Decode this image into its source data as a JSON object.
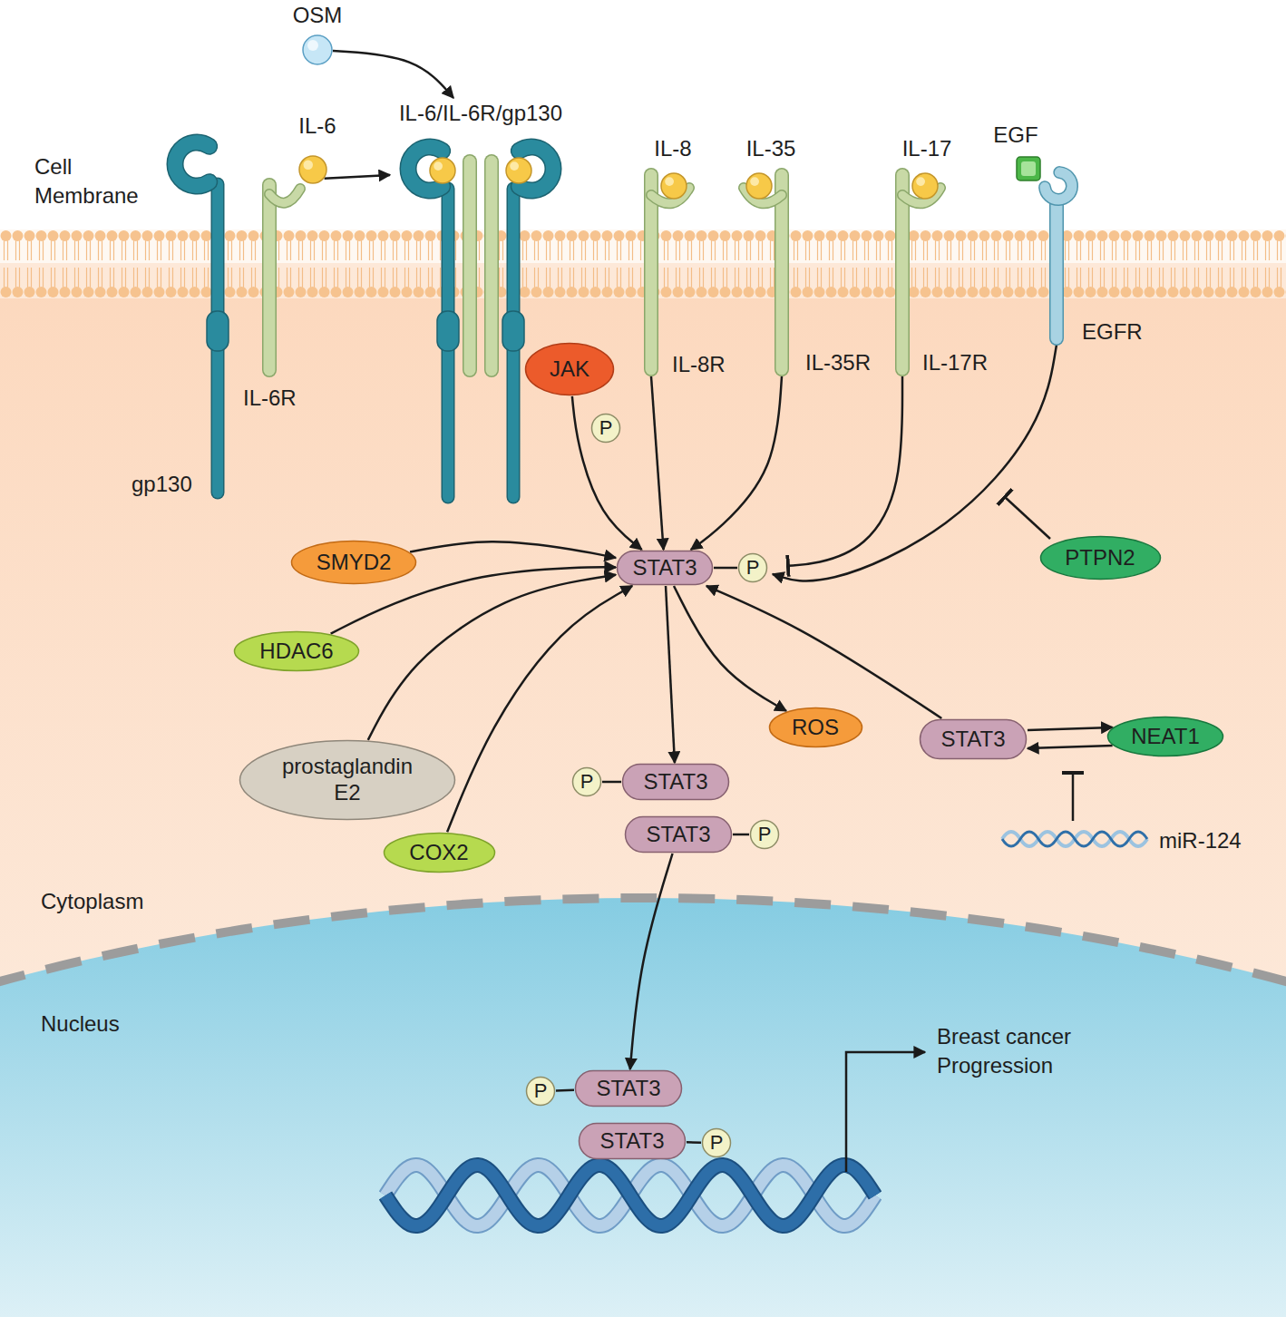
{
  "diagram": {
    "nodes": [
      {
        "text": [
          "OSM"
        ]
      },
      {
        "text": [
          "IL-6"
        ]
      },
      {
        "text": [
          "gp130"
        ]
      },
      {
        "text": [
          "IL-6R"
        ]
      },
      {
        "text": [
          "IL-6/IL-6R/gp130"
        ]
      },
      {
        "text": [
          "JAK"
        ]
      },
      {
        "text": [
          "P"
        ]
      },
      {
        "text": [
          "IL-8",
          "IL-8R"
        ]
      },
      {
        "text": [
          "IL-35",
          "IL-35R"
        ]
      },
      {
        "text": [
          "IL-17",
          "IL-17R"
        ]
      },
      {
        "text": [
          "EGF",
          "EGFR"
        ]
      },
      {
        "text": [
          "STAT3"
        ]
      },
      {
        "text": [
          "P"
        ]
      },
      {
        "text": [
          "SMYD2"
        ]
      },
      {
        "text": [
          "HDAC6"
        ]
      },
      {
        "text": [
          "prostaglandin E2"
        ]
      },
      {
        "text": [
          "COX2"
        ]
      },
      {
        "text": [
          "ROS"
        ]
      },
      {
        "text": [
          "STAT3"
        ]
      },
      {
        "text": [
          "NEAT1"
        ]
      },
      {
        "text": [
          "PTPN2"
        ]
      },
      {
        "text": [
          "P"
        ]
      },
      {
        "text": [
          "STAT3"
        ]
      },
      {
        "text": [
          "STAT3"
        ]
      },
      {
        "text": [
          "P"
        ]
      },
      {
        "text": [
          "P"
        ]
      },
      {
        "text": [
          "STAT3"
        ]
      },
      {
        "text": [
          "STAT3"
        ]
      },
      {
        "text": [
          "P"
        ]
      }
    ],
    "edges": [
      {
        "from": 0,
        "to": 4,
        "arrow": "to"
      },
      {
        "from": 1,
        "to": 4,
        "arrow": "to"
      },
      {
        "from": 5,
        "to": 11,
        "arrow": "to"
      },
      {
        "from": 7,
        "to": 11,
        "arrow": "to"
      },
      {
        "from": 8,
        "to": 11,
        "arrow": "to"
      },
      {
        "from": 9,
        "to": 12,
        "arrow": "to"
      },
      {
        "from": 10,
        "to": 12,
        "arrow": "to"
      },
      {
        "from": 13,
        "to": 11,
        "arrow": "to"
      },
      {
        "from": 14,
        "to": 11,
        "arrow": "to"
      },
      {
        "from": 15,
        "to": 11,
        "arrow": "to"
      },
      {
        "from": 16,
        "to": 11,
        "arrow": "to"
      },
      {
        "from": 11,
        "to": 12,
        "arrow": "none"
      },
      {
        "from": 11,
        "to": 22,
        "arrow": "to"
      },
      {
        "from": 11,
        "to": 17,
        "arrow": "to"
      },
      {
        "from": 18,
        "to": 11,
        "arrow": "to"
      },
      {
        "from": 18,
        "to": 19,
        "arrow": "to"
      },
      {
        "from": 19,
        "to": 18,
        "arrow": "to"
      },
      {
        "from": 21,
        "to": 22,
        "arrow": "none"
      },
      {
        "from": 23,
        "to": 24,
        "arrow": "none"
      },
      {
        "from": 23,
        "to": 26,
        "arrow": "to"
      },
      {
        "from": 25,
        "to": 26,
        "arrow": "none"
      },
      {
        "from": 27,
        "to": 28,
        "arrow": "none"
      }
    ],
    "labels": [
      "Cell Membrane",
      "Cytoplasm",
      "Nucleus",
      "miR-124",
      "Breast cancer Progression"
    ]
  }
}
